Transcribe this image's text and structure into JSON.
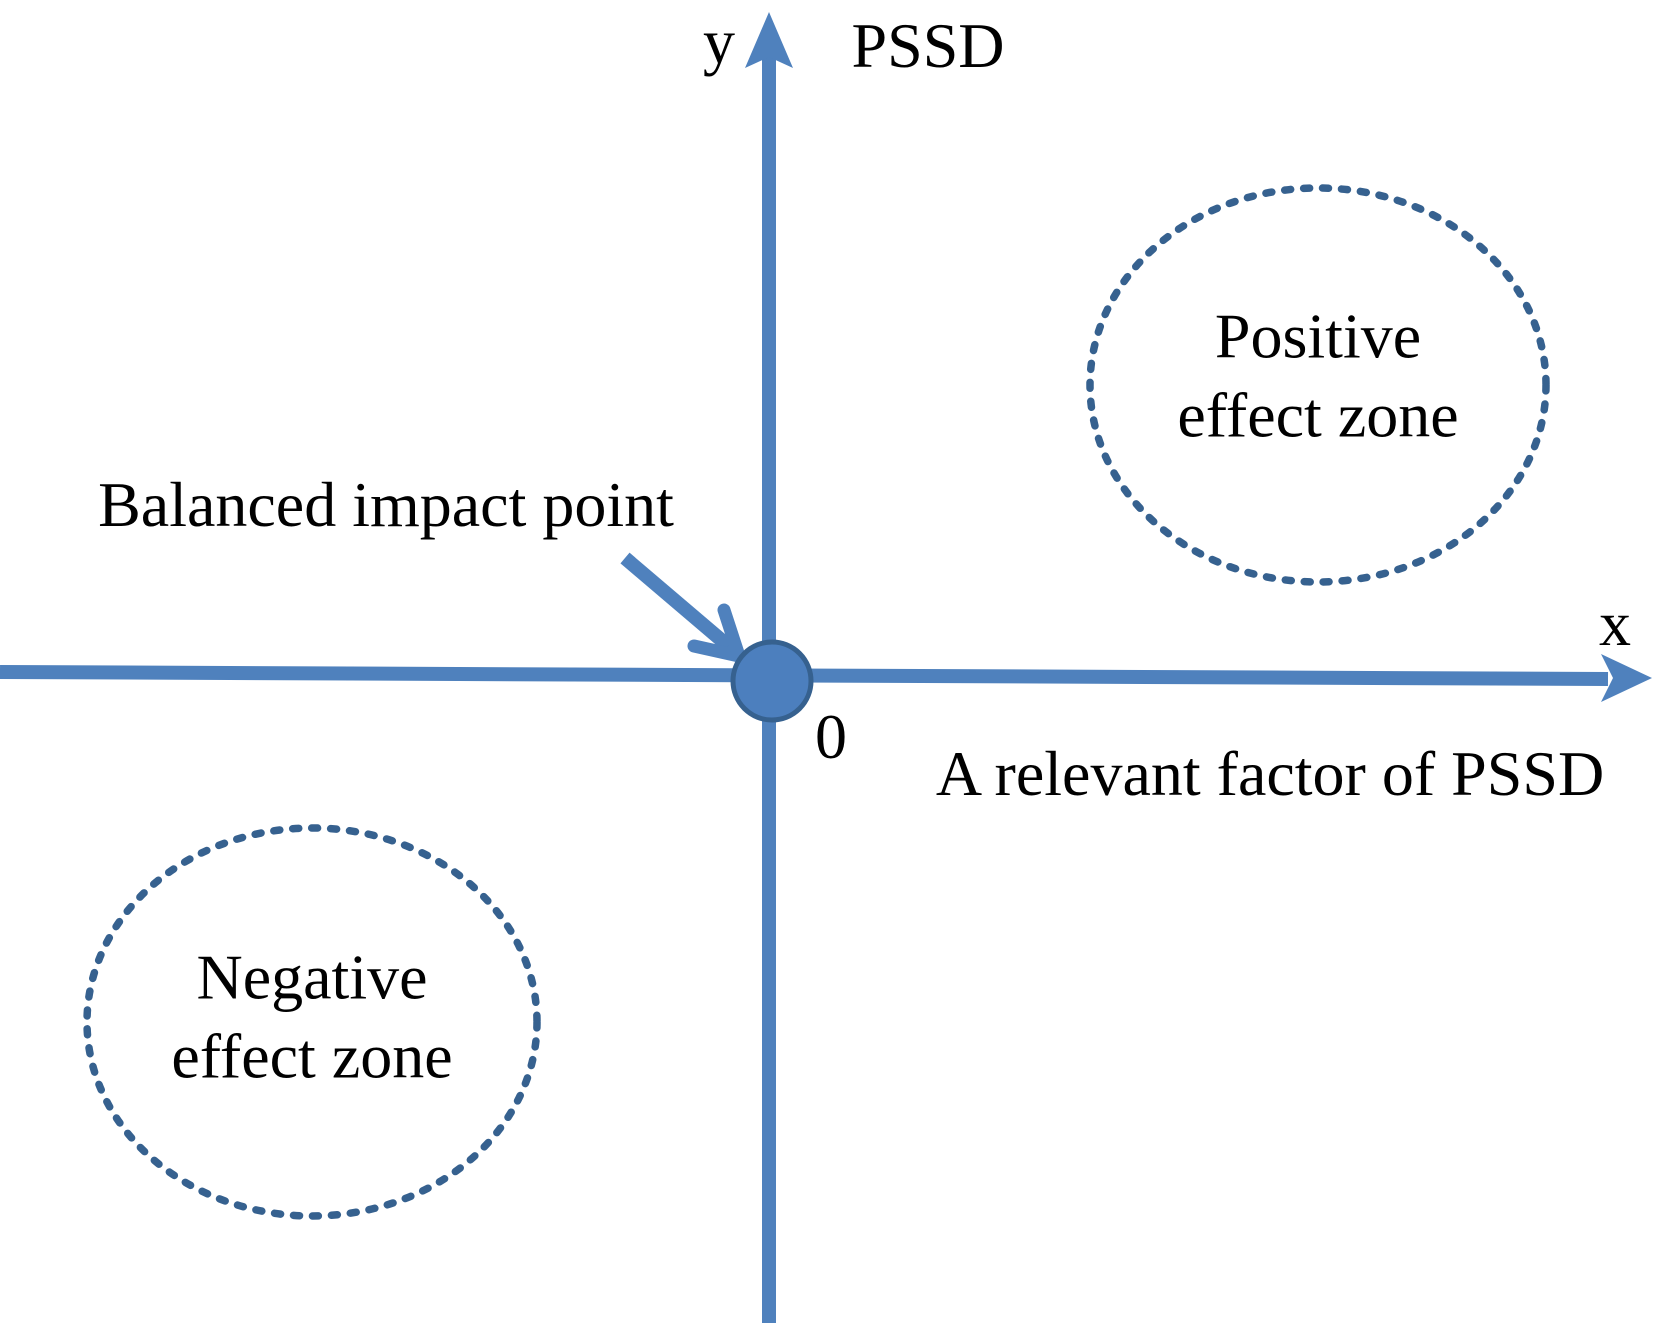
{
  "figure": {
    "y_axis": {
      "label": "y",
      "title": "PSSD"
    },
    "x_axis": {
      "label": "x",
      "title": "A relevant factor of PSSD"
    },
    "origin": {
      "label": "0"
    },
    "balanced_point_label": "Balanced impact point",
    "zones": {
      "positive": {
        "line1": "Positive",
        "line2": "effect zone"
      },
      "negative": {
        "line1": "Negative",
        "line2": "effect zone"
      }
    }
  },
  "colors": {
    "axis_blue": "#4f81bd",
    "outline_blue": "#36618f",
    "point_fill": "#4c7fbe",
    "text": "#000000"
  }
}
